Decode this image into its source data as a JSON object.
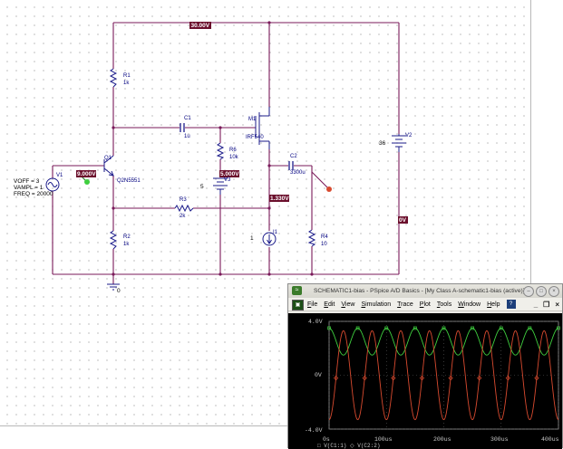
{
  "schematic": {
    "net_labels": [
      "30.00V",
      "9.000V",
      "5.000V",
      "1.330V",
      "0V"
    ],
    "components": {
      "R1": {
        "name": "R1",
        "value": "1k"
      },
      "R2": {
        "name": "R2",
        "value": "1k"
      },
      "R3": {
        "name": "R3",
        "value": "2k"
      },
      "R4": {
        "name": "R4",
        "value": "10"
      },
      "R6": {
        "name": "R6",
        "value": "10k"
      },
      "C1": {
        "name": "C1",
        "value": "1u"
      },
      "C2": {
        "name": "C2",
        "value": "3300u"
      },
      "Q1": {
        "name": "Q1",
        "value": "Q2N5551"
      },
      "M1": {
        "name": "M1",
        "value": "IRF540"
      },
      "V1": {
        "name": "V1",
        "voff": "VOFF = 3",
        "vampl": "VAMPL = 1",
        "freq": "FREQ = 20000"
      },
      "V2": {
        "name": "V2",
        "value": "36"
      },
      "V3": {
        "name": "V3",
        "value": "5"
      },
      "I1": {
        "name": "I1",
        "value": "1"
      },
      "ground": "0"
    }
  },
  "pspice": {
    "title": "SCHEMATIC1-bias - PSpice A/D Basics - [My Class A-schematic1-bias (active)]",
    "app_icon": "pspice-app-icon",
    "menu": [
      "File",
      "Edit",
      "View",
      "Simulation",
      "Trace",
      "Plot",
      "Tools",
      "Window",
      "Help"
    ],
    "y_ticks": [
      "4.0V",
      "0V",
      "-4.0V"
    ],
    "x_ticks": [
      "0s",
      "100us",
      "200us",
      "300us",
      "400us"
    ],
    "legend": "□ V(C1:1)   ◇ V(C2:2)",
    "colors": {
      "green": "#3fcf3f",
      "red": "#d84a2f",
      "background": "#000000"
    }
  },
  "chart_data": {
    "type": "line",
    "title": "",
    "xlabel": "",
    "ylabel": "",
    "xlim": [
      0,
      400
    ],
    "ylim": [
      -4,
      4
    ],
    "x_unit": "us",
    "series": [
      {
        "name": "V(C1:1)",
        "color": "#3fcf3f",
        "amplitude": 1,
        "offset": 2.5,
        "frequency_khz": 20,
        "phase_deg": 90
      },
      {
        "name": "V(C2:2)",
        "color": "#d84a2f",
        "amplitude": 3.3,
        "offset": 0,
        "frequency_khz": 20,
        "phase_deg": -90
      }
    ]
  }
}
